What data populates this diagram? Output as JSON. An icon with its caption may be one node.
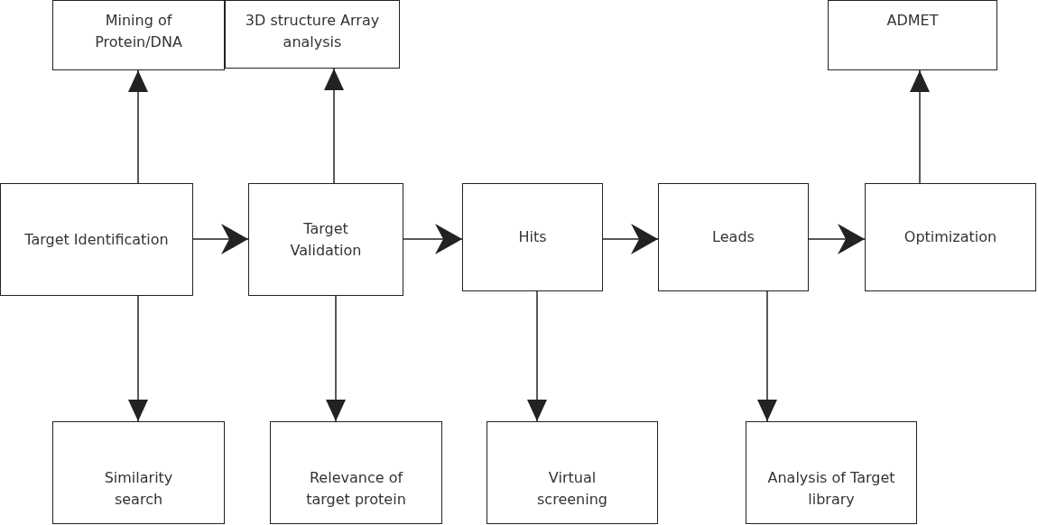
{
  "diagram": {
    "nodes": [
      {
        "text": [
          "Mining of Protein/DNA"
        ]
      },
      {
        "text": [
          "3D structure Array analysis"
        ]
      },
      {
        "text": [
          "ADMET"
        ]
      },
      {
        "text": [
          "Target Identification"
        ]
      },
      {
        "text": [
          "Target Validation"
        ]
      },
      {
        "text": [
          "Hits"
        ]
      },
      {
        "text": [
          "Leads"
        ]
      },
      {
        "text": [
          "Optimization"
        ]
      },
      {
        "text": [
          "Similarity search"
        ]
      },
      {
        "text": [
          "Relevance of target protein"
        ]
      },
      {
        "text": [
          "Virtual screening"
        ]
      },
      {
        "text": [
          "Analysis of Target library"
        ]
      }
    ],
    "edges": [
      {
        "from": 3,
        "to": 0,
        "arrow": "to"
      },
      {
        "from": 4,
        "to": 1,
        "arrow": "to"
      },
      {
        "from": 7,
        "to": 2,
        "arrow": "to"
      },
      {
        "from": 3,
        "to": 4,
        "arrow": "to"
      },
      {
        "from": 4,
        "to": 5,
        "arrow": "to"
      },
      {
        "from": 5,
        "to": 6,
        "arrow": "to"
      },
      {
        "from": 6,
        "to": 7,
        "arrow": "to"
      },
      {
        "from": 3,
        "to": 8,
        "arrow": "to"
      },
      {
        "from": 4,
        "to": 9,
        "arrow": "to"
      },
      {
        "from": 5,
        "to": 10,
        "arrow": "to"
      },
      {
        "from": 6,
        "to": 11,
        "arrow": "to"
      }
    ]
  }
}
